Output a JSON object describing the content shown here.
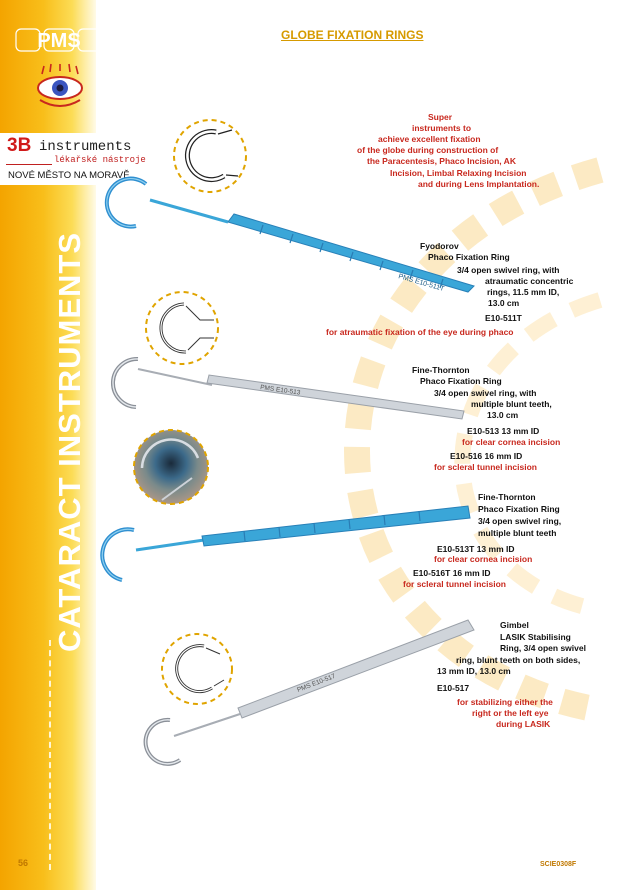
{
  "header": {
    "logo": "PMS",
    "title": "GLOBE FIXATION RINGS"
  },
  "brand": {
    "prefix": "3B",
    "name": "instruments",
    "subtitle": "lékařské nástroje",
    "city": "NOVÉ MĚSTO NA MORAVĚ"
  },
  "sidebar": {
    "vertical_title": "CATARACT INSTRUMENTS"
  },
  "intro": [
    "Super",
    "instruments to",
    "achieve excellent fixation",
    "of the globe during construction of",
    "the Paracentesis, Phaco Incision, AK",
    "Incision, Limbal Relaxing Incision",
    "and during Lens Implantation."
  ],
  "products": {
    "fyodorov": {
      "name": "Fyodorov",
      "type": "Phaco Fixation Ring",
      "desc": [
        "3/4 open swivel ring, with",
        "atraumatic concentric",
        "rings, 11.5 mm ID,",
        "13.0 cm"
      ],
      "code": "E10-511T",
      "note": "for atraumatic fixation of the eye during phaco",
      "engraving": "PMS E10-511T"
    },
    "fine_thornton": {
      "name": "Fine-Thornton",
      "type": "Phaco Fixation Ring",
      "desc": [
        "3/4 open  swivel ring, with",
        "multiple blunt teeth,",
        "13.0 cm"
      ],
      "code1": "E10-513  13 mm ID",
      "note1": "for clear cornea incision",
      "code2": "E10-516  16 mm ID",
      "note2": "for scleral tunnel incision",
      "engraving": "PMS E10-513"
    },
    "fine_thornton_t": {
      "name": "Fine-Thornton",
      "type": "Phaco Fixation Ring",
      "desc": [
        "3/4 open swivel ring,",
        "multiple blunt teeth"
      ],
      "code1": "E10-513T  13 mm ID",
      "note1": "for clear cornea incision",
      "code2": "E10-516T  16 mm ID",
      "note2": "for scleral tunnel incision"
    },
    "gimbel": {
      "name": "Gimbel",
      "type": "LASIK Stabilising",
      "desc": [
        "Ring, 3/4 open swivel",
        "ring, blunt teeth on both sides,",
        "13 mm ID, 13.0 cm"
      ],
      "code": "E10-517",
      "note": [
        "for stabilizing either the",
        "right or the left eye",
        "during LASIK"
      ],
      "engraving": "PMS E10-517"
    }
  },
  "footer": {
    "page_number": "56",
    "code": "SCIE0308F"
  },
  "colors": {
    "sidebar": "#f8be1a",
    "title": "#d69a00",
    "red_text": "#c8281e",
    "blue_instrument": "#3aa6d8",
    "steel_instrument": "#c9ced4"
  }
}
